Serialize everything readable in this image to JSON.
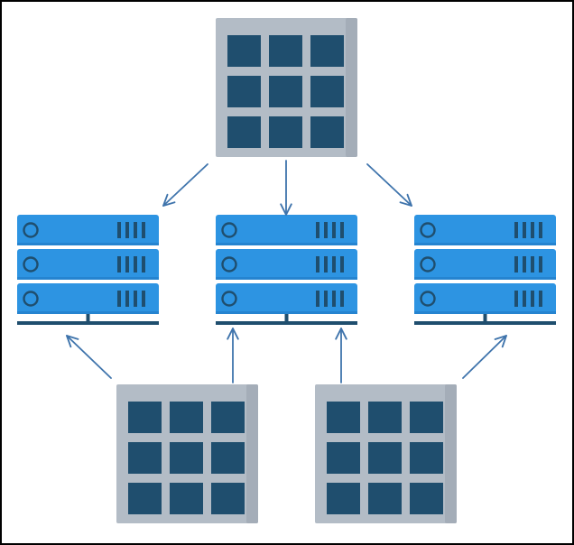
{
  "diagram": {
    "colors": {
      "background": "#ffffff",
      "border": "#000000",
      "panel_body": "#b3bcc6",
      "panel_edge": "#a4adb8",
      "panel_tile": "#1f4e6e",
      "server_unit": "#2d94e2",
      "server_unit_edge": "#2584d0",
      "server_detail": "#1f4e6e",
      "server_base": "#1f4e6e",
      "arrow": "#3f74ac"
    },
    "nodes": [
      {
        "id": "top-panel",
        "kind": "grid-panel",
        "icon": "grid-panel-icon"
      },
      {
        "id": "server-left",
        "kind": "server-rack",
        "icon": "server-rack-icon"
      },
      {
        "id": "server-center",
        "kind": "server-rack",
        "icon": "server-rack-icon"
      },
      {
        "id": "server-right",
        "kind": "server-rack",
        "icon": "server-rack-icon"
      },
      {
        "id": "bottom-left-panel",
        "kind": "grid-panel",
        "icon": "grid-panel-icon"
      },
      {
        "id": "bottom-right-panel",
        "kind": "grid-panel",
        "icon": "grid-panel-icon"
      }
    ],
    "edges": [
      {
        "from": "top-panel",
        "to": "server-left"
      },
      {
        "from": "top-panel",
        "to": "server-center"
      },
      {
        "from": "top-panel",
        "to": "server-right"
      },
      {
        "from": "bottom-left-panel",
        "to": "server-left"
      },
      {
        "from": "bottom-left-panel",
        "to": "server-center"
      },
      {
        "from": "bottom-right-panel",
        "to": "server-center"
      },
      {
        "from": "bottom-right-panel",
        "to": "server-right"
      }
    ]
  }
}
